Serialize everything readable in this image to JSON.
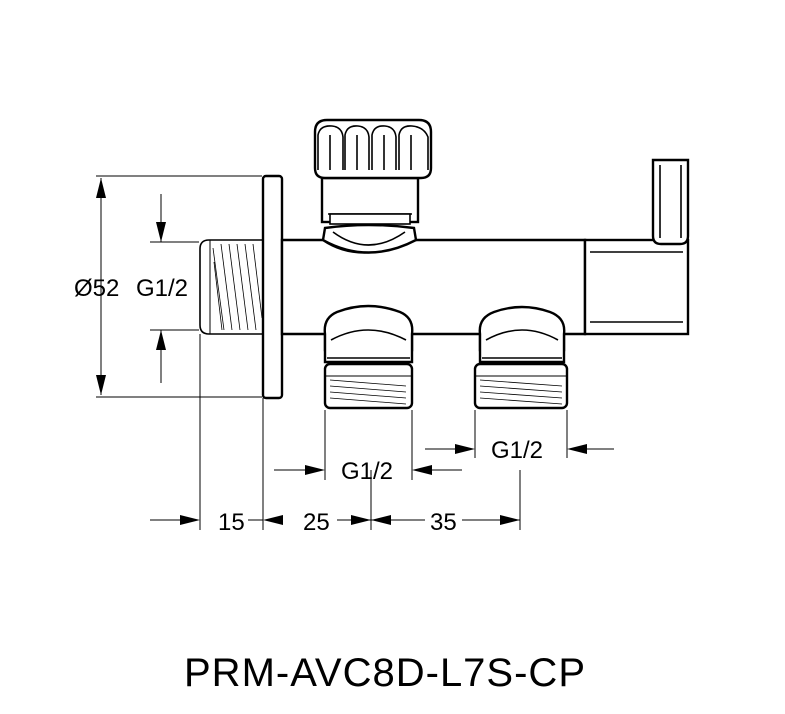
{
  "model": "PRM-AVC8D-L7S-CP",
  "dimensions": {
    "flange_diameter": "Ø52",
    "wall_thread": "G1/2",
    "outlet_left_thread": "G1/2",
    "outlet_right_thread": "G1/2",
    "depth_15": "15",
    "spacing_25": "25",
    "spacing_35": "35"
  }
}
